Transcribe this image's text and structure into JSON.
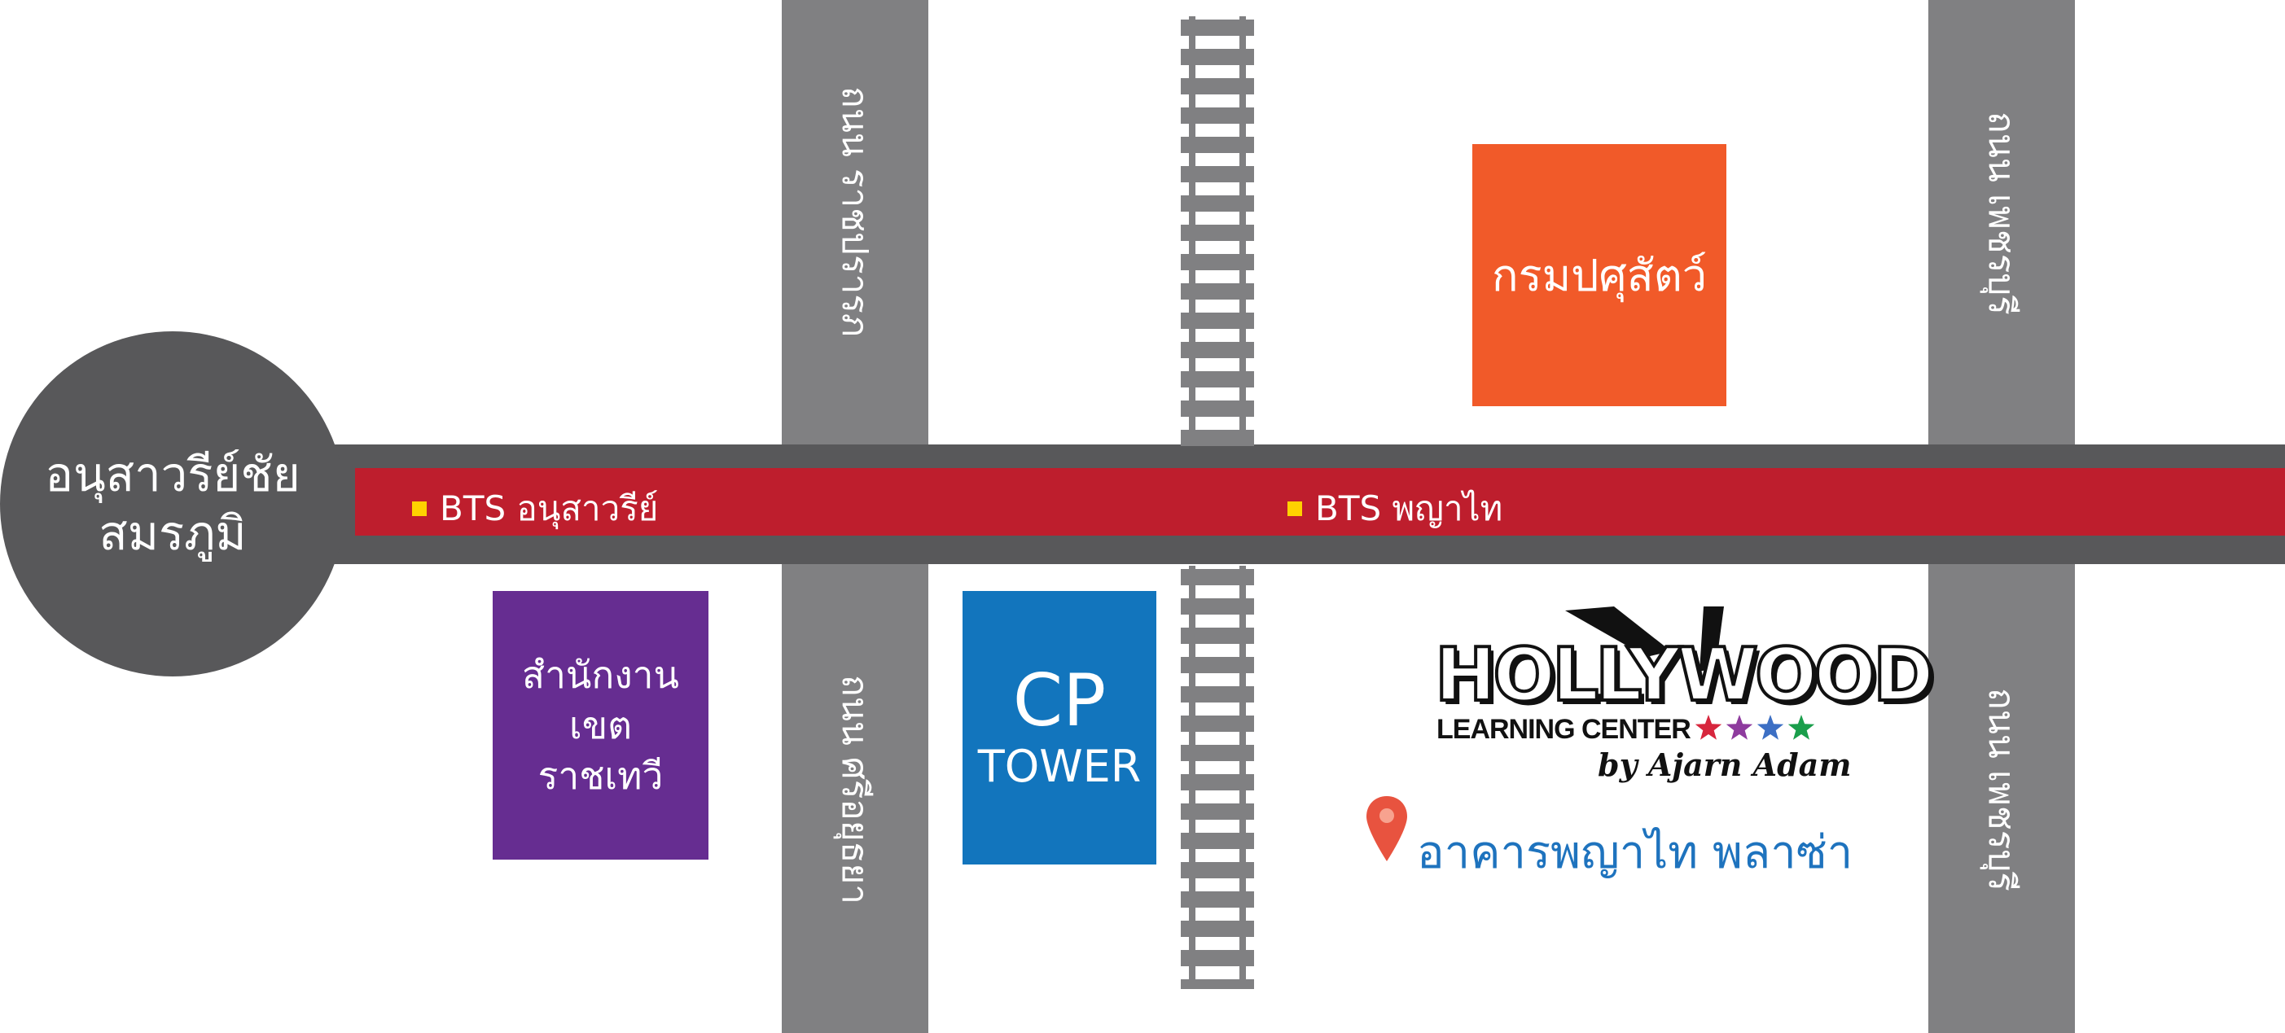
{
  "colors": {
    "road_vertical": "#808082",
    "road_horizontal": "#58585a",
    "bts_line": "#be1e2d",
    "station_marker": "#ffd200",
    "dept_livestock": "#f15a29",
    "district_office": "#662d91",
    "cp_tower": "#1275bd",
    "pin": "#e8533f",
    "plaza_text": "#1e73be",
    "star_colors": [
      "#d7263d",
      "#8e3b9e",
      "#3c6fc4",
      "#1a9e4b"
    ]
  },
  "monument": {
    "line1": "อนุสาวรีย์ชัย",
    "line2": "สมรภูมิ"
  },
  "stations": [
    {
      "label": "BTS อนุสาวรีย์"
    },
    {
      "label": "BTS พญาไท"
    }
  ],
  "roads": {
    "ratchaprarop_top": "ถนน ราชปรารภ",
    "sri_ayutthaya": "ถนน ศรีอยุธยา",
    "phetchaburi_top": "ถนน เพชรบุรี",
    "phetchaburi_bottom": "ถนน เพชรบุรี"
  },
  "places": {
    "dept_livestock": "กรมปศุสัตว์",
    "district_office_line1": "สำนักงานเขต",
    "district_office_line2": "ราชเทวี",
    "cp_line1": "CP",
    "cp_line2": "TOWER",
    "plaza": "อาคารพญาไท พลาซ่า"
  },
  "logo": {
    "brand": "HOLLYWOOD",
    "subtitle": "LEARNING CENTER",
    "byline": "by Ajarn Adam",
    "icons": [
      "clapper-icon",
      "star-icon"
    ]
  }
}
